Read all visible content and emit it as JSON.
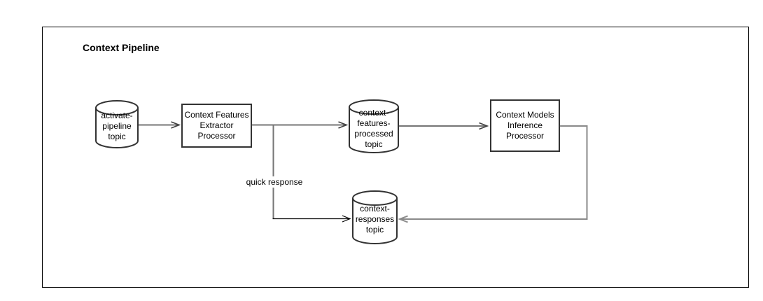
{
  "diagram": {
    "title": "Context Pipeline",
    "nodes": [
      {
        "id": "activate-pipeline-topic",
        "shape": "cylinder",
        "label": "activate-\npipeline\ntopic"
      },
      {
        "id": "context-features-extractor-processor",
        "shape": "rectangle",
        "label": "Context Features\nExtractor\nProcessor"
      },
      {
        "id": "context-features-processed-topic",
        "shape": "cylinder",
        "label": "context-\nfeatures-\nprocessed\ntopic"
      },
      {
        "id": "context-models-inference-processor",
        "shape": "rectangle",
        "label": "Context Models\nInference\nProcessor"
      },
      {
        "id": "context-responses-topic",
        "shape": "cylinder",
        "label": "context-\nresponses\ntopic"
      }
    ],
    "edges": [
      {
        "from": "activate-pipeline-topic",
        "to": "context-features-extractor-processor",
        "label": ""
      },
      {
        "from": "context-features-extractor-processor",
        "to": "context-features-processed-topic",
        "label": ""
      },
      {
        "from": "context-features-extractor-processor",
        "to": "context-responses-topic",
        "label": "quick response"
      },
      {
        "from": "context-features-processed-topic",
        "to": "context-models-inference-processor",
        "label": ""
      },
      {
        "from": "context-models-inference-processor",
        "to": "context-responses-topic",
        "label": ""
      }
    ],
    "colors": {
      "background": "#ffffff",
      "frame_stroke": "#000000",
      "shape_stroke": "#333333",
      "connector_gray": "#757575",
      "connector_light_gray": "#8a8a8a",
      "connector_black": "#000000",
      "text": "#000000"
    }
  }
}
